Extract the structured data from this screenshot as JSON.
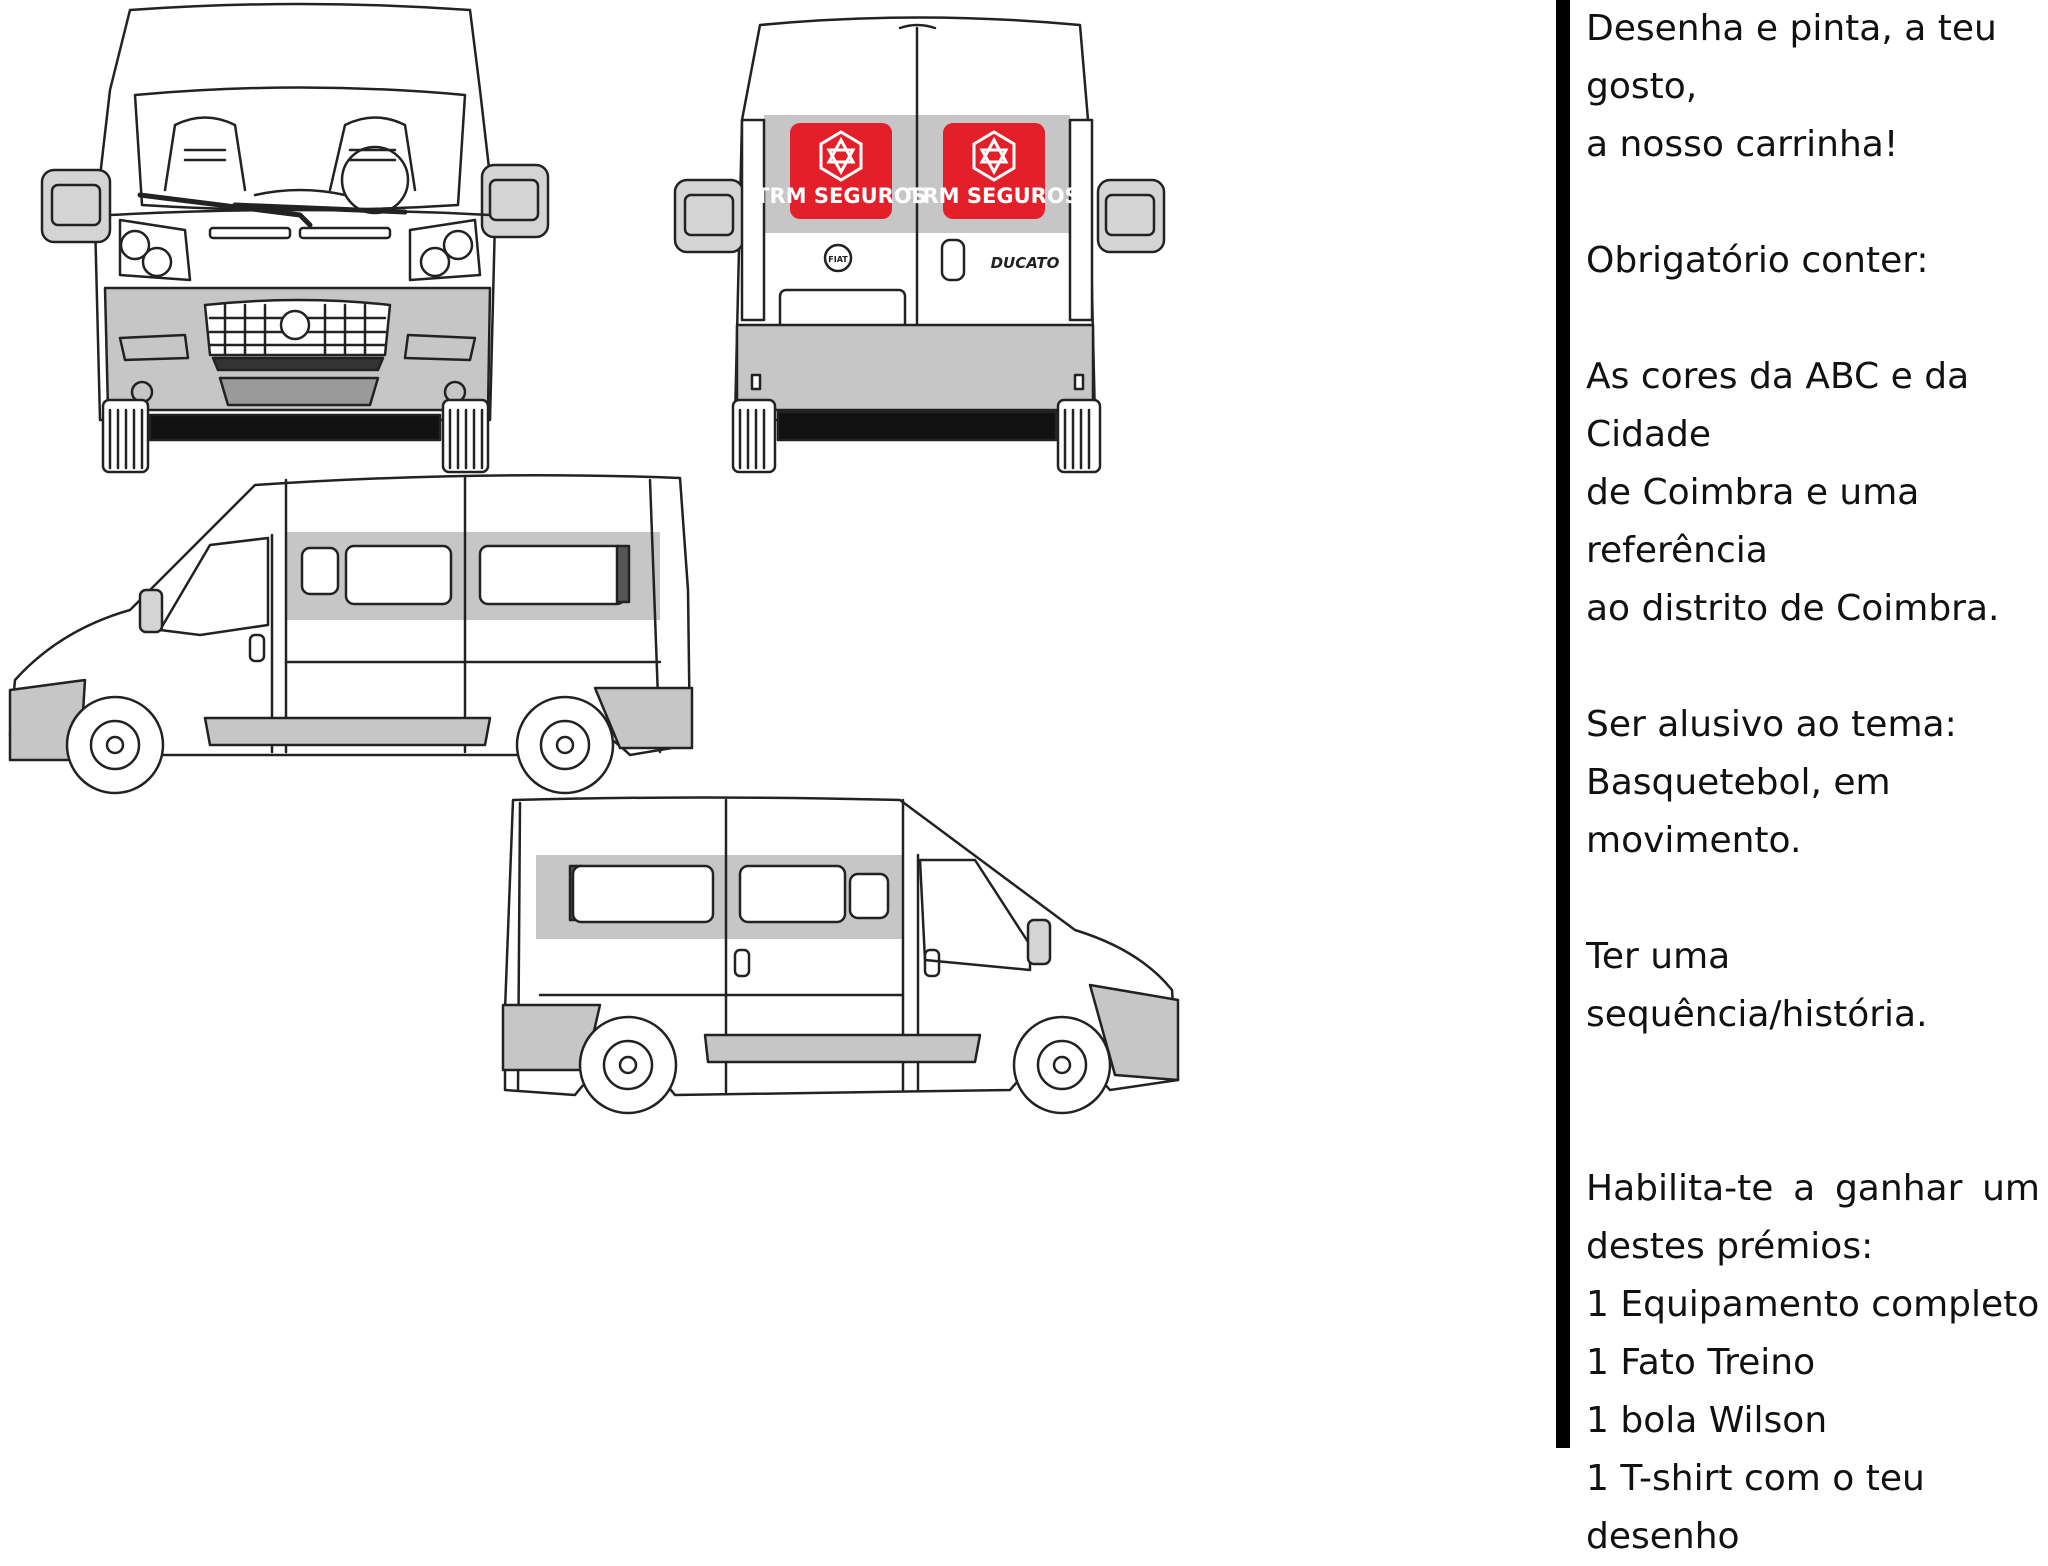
{
  "instructions": {
    "intro": [
      "Desenha e pinta, a teu gosto,",
      "a nosso carrinha!"
    ],
    "required_heading": "Obrigatório conter:",
    "colors_requirement": [
      "As cores da ABC e da Cidade",
      "de Coimbra e uma referência",
      "ao distrito de Coimbra."
    ],
    "theme_requirement": [
      "Ser alusivo ao tema:",
      "Basquetebol, em movimento."
    ],
    "story_requirement": "Ter uma sequência/história.",
    "prizes_intro": [
      "Habilita-te a ganhar um",
      "destes prémios:"
    ],
    "prizes": [
      "1 Equipamento completo",
      "1 Fato Treino",
      "1 bola Wilson",
      "1 T-shirt com o teu desenho"
    ]
  },
  "van": {
    "rear_logo_text": "TRM SEGUROS",
    "badge_text": "FIAT",
    "model_text": "DUCATO",
    "logo_color": "#e3202a",
    "panel_gray": "#c6c6c6"
  }
}
